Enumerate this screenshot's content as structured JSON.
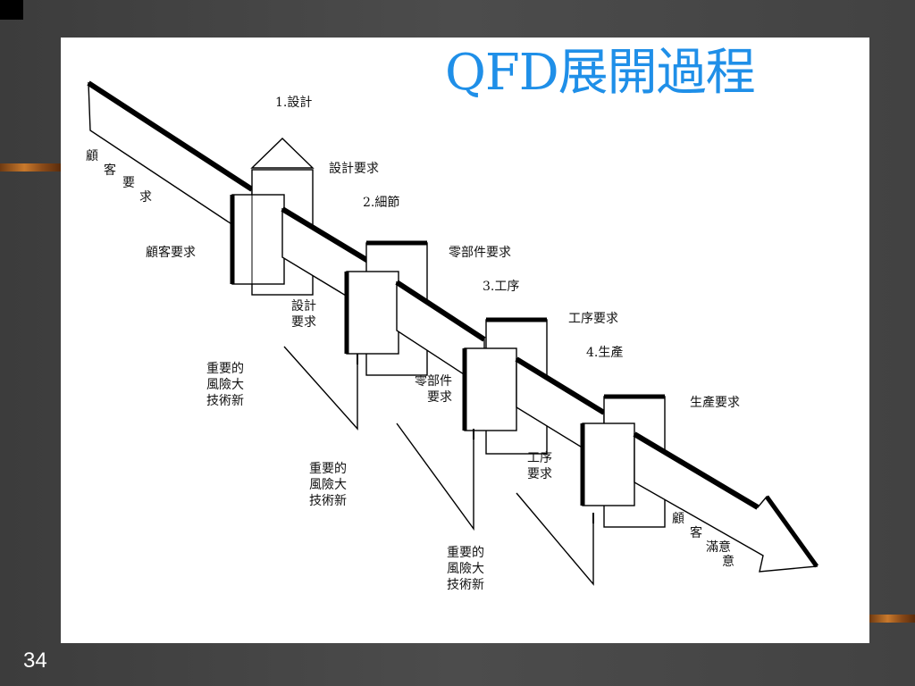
{
  "slide": {
    "title": "QFD展開過程",
    "page_number": "34"
  },
  "diagram": {
    "phases": [
      {
        "label": "1.設計",
        "input": "顧客要求",
        "output": "設計要求"
      },
      {
        "label": "2.細節",
        "input": "設計要求",
        "output": "零部件要求"
      },
      {
        "label": "3.工序",
        "input": "零部件要求",
        "output": "工序要求"
      },
      {
        "label": "4.生產",
        "input": "工序要求",
        "output": "生產要求"
      }
    ],
    "start_label": {
      "chars": [
        "顧",
        "客",
        "要",
        "求"
      ]
    },
    "end_label": {
      "chars": [
        "顧",
        "客",
        "滿意",
        "意"
      ]
    },
    "input_labels": [
      "顧客要求",
      "設計\n要求",
      "零部件\n要求",
      "工序\n要求"
    ],
    "callouts": [
      "重要的\n風險大\n技術新",
      "重要的\n風險大\n技術新",
      "重要的\n風險大\n技術新"
    ]
  }
}
